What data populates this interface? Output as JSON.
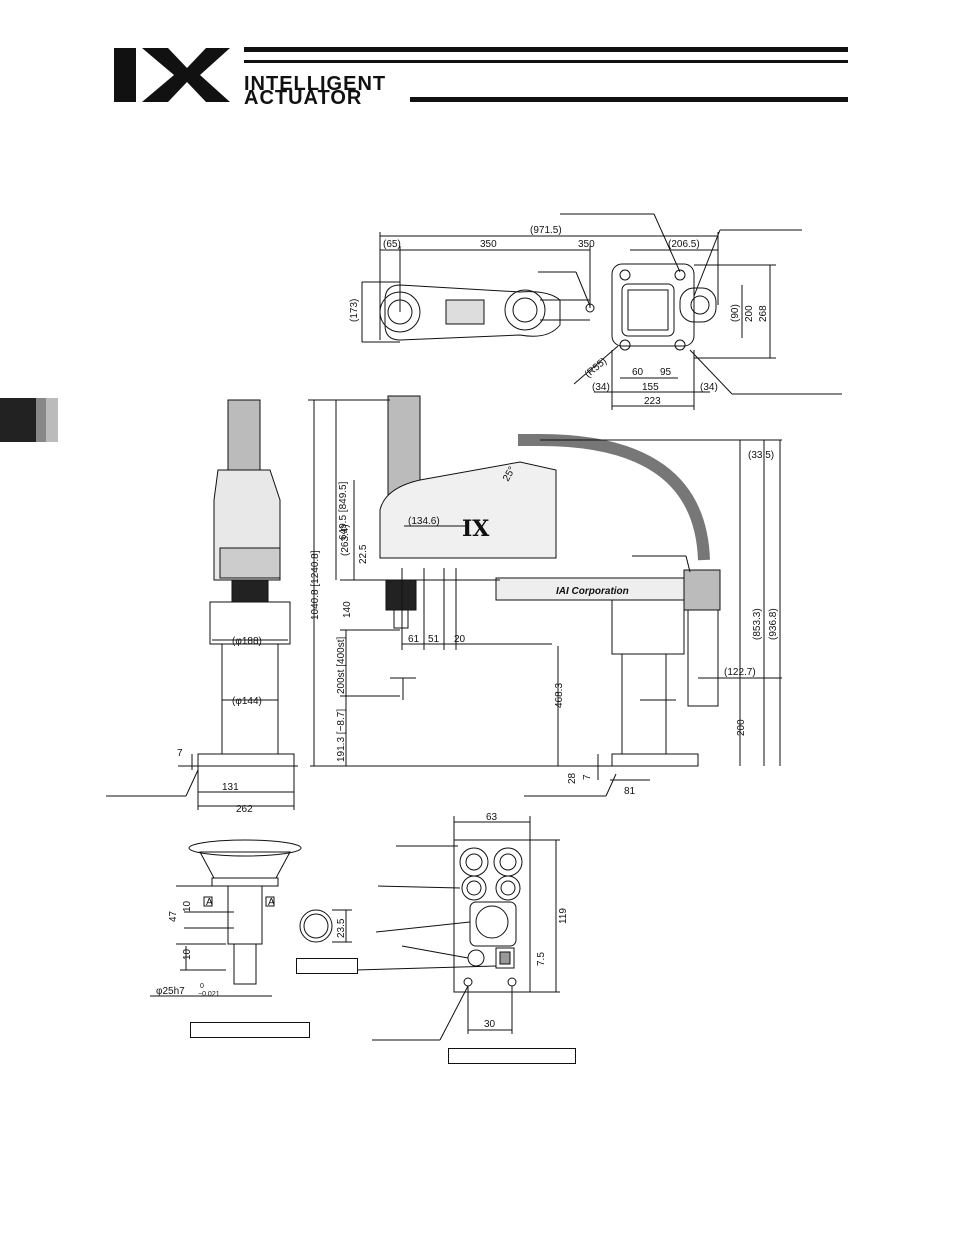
{
  "header": {
    "brand_line1": "INTELLIGENT",
    "brand_line2": "ACTUATOR",
    "logo_icon": "ix-logo-icon"
  },
  "top_view": {
    "dims": {
      "overall": "(971.5)",
      "d65": "(65)",
      "arm1": "350",
      "arm2": "350",
      "d206": "(206.5)",
      "d173": "(173)",
      "d90": "(90)",
      "d200": "200",
      "d268": "268",
      "r355": "(R55)",
      "d60": "60",
      "d95": "95",
      "d34a": "(34)",
      "d155": "155",
      "d34b": "(34)",
      "d223": "223"
    }
  },
  "front_view": {
    "dims": {
      "phi188": "(φ188)",
      "phi144": "(φ144)",
      "d7": "7",
      "d131": "131",
      "d262": "262"
    }
  },
  "side_view": {
    "dims": {
      "total": "1040.8 [1240.8]",
      "d649": "649.5 [849.5]",
      "d263": "(263.4)",
      "d22": "22.5",
      "d140": "140",
      "stroke": "200st [400st]",
      "d191": "191.3 [−8.7]",
      "d134": "(134.6)",
      "angle": "25°",
      "d61": "61",
      "d51": "51",
      "d20": "20",
      "d468": "468.3",
      "d28": "28",
      "d7": "7",
      "d81": "81",
      "d33": "(33.5)",
      "d853": "(853.3)",
      "d936": "(936.8)",
      "d122": "(122.7)",
      "d200": "200",
      "logo_text": "IX",
      "plate_text": "IAI Corporation"
    }
  },
  "shaft_detail": {
    "dims": {
      "d47": "47",
      "d10a": "10",
      "d10b": "10",
      "label_a1": "A",
      "label_a2": "A",
      "fit": "φ25h7",
      "tol_top": "0",
      "tol_bottom": "−0.021",
      "d23": "23.5"
    }
  },
  "panel_detail": {
    "dims": {
      "d63": "63",
      "d119": "119",
      "d7": "7.5",
      "d30": "30"
    }
  }
}
